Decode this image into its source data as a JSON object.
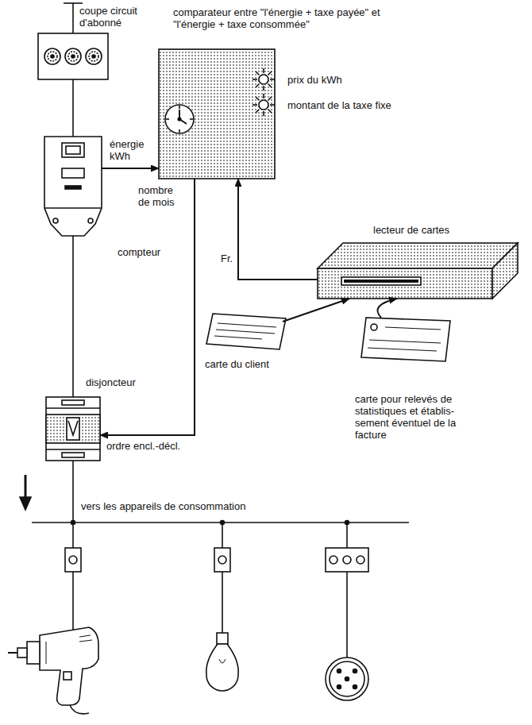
{
  "diagram": {
    "nodes": [
      {
        "text": [
          "coupe circuit d'abonné"
        ]
      },
      {
        "text": [
          "comparateur entre \"l'énergie + taxe payée\" et \"l'énergie + taxe consommée\""
        ]
      },
      {
        "text": [
          "compteur"
        ]
      },
      {
        "text": [
          "lecteur de cartes"
        ]
      },
      {
        "text": [
          "carte du client"
        ]
      },
      {
        "text": [
          "carte pour relevés de statistiques et établis- sement éventuel de la facture"
        ]
      },
      {
        "text": [
          "disjoncteur"
        ]
      }
    ],
    "edges": [
      {
        "from": 0,
        "to": 2,
        "arrow": "none"
      },
      {
        "from": 2,
        "to": 1,
        "label": "énergie kWh",
        "arrow": "to"
      },
      {
        "from": 2,
        "to": 6,
        "arrow": "none"
      },
      {
        "from": 3,
        "to": 1,
        "label": "Fr.",
        "arrow": "to"
      },
      {
        "from": 1,
        "to": 6,
        "label": "ordre encl.-décl.",
        "arrow": "to"
      },
      {
        "from": 4,
        "to": 3,
        "arrow": "to"
      },
      {
        "from": 5,
        "to": 3,
        "arrow": "to"
      }
    ],
    "labels": [
      "prix du kWh",
      "montant de la taxe fixe",
      "nombre de mois",
      "vers les appareils de consommation"
    ]
  }
}
